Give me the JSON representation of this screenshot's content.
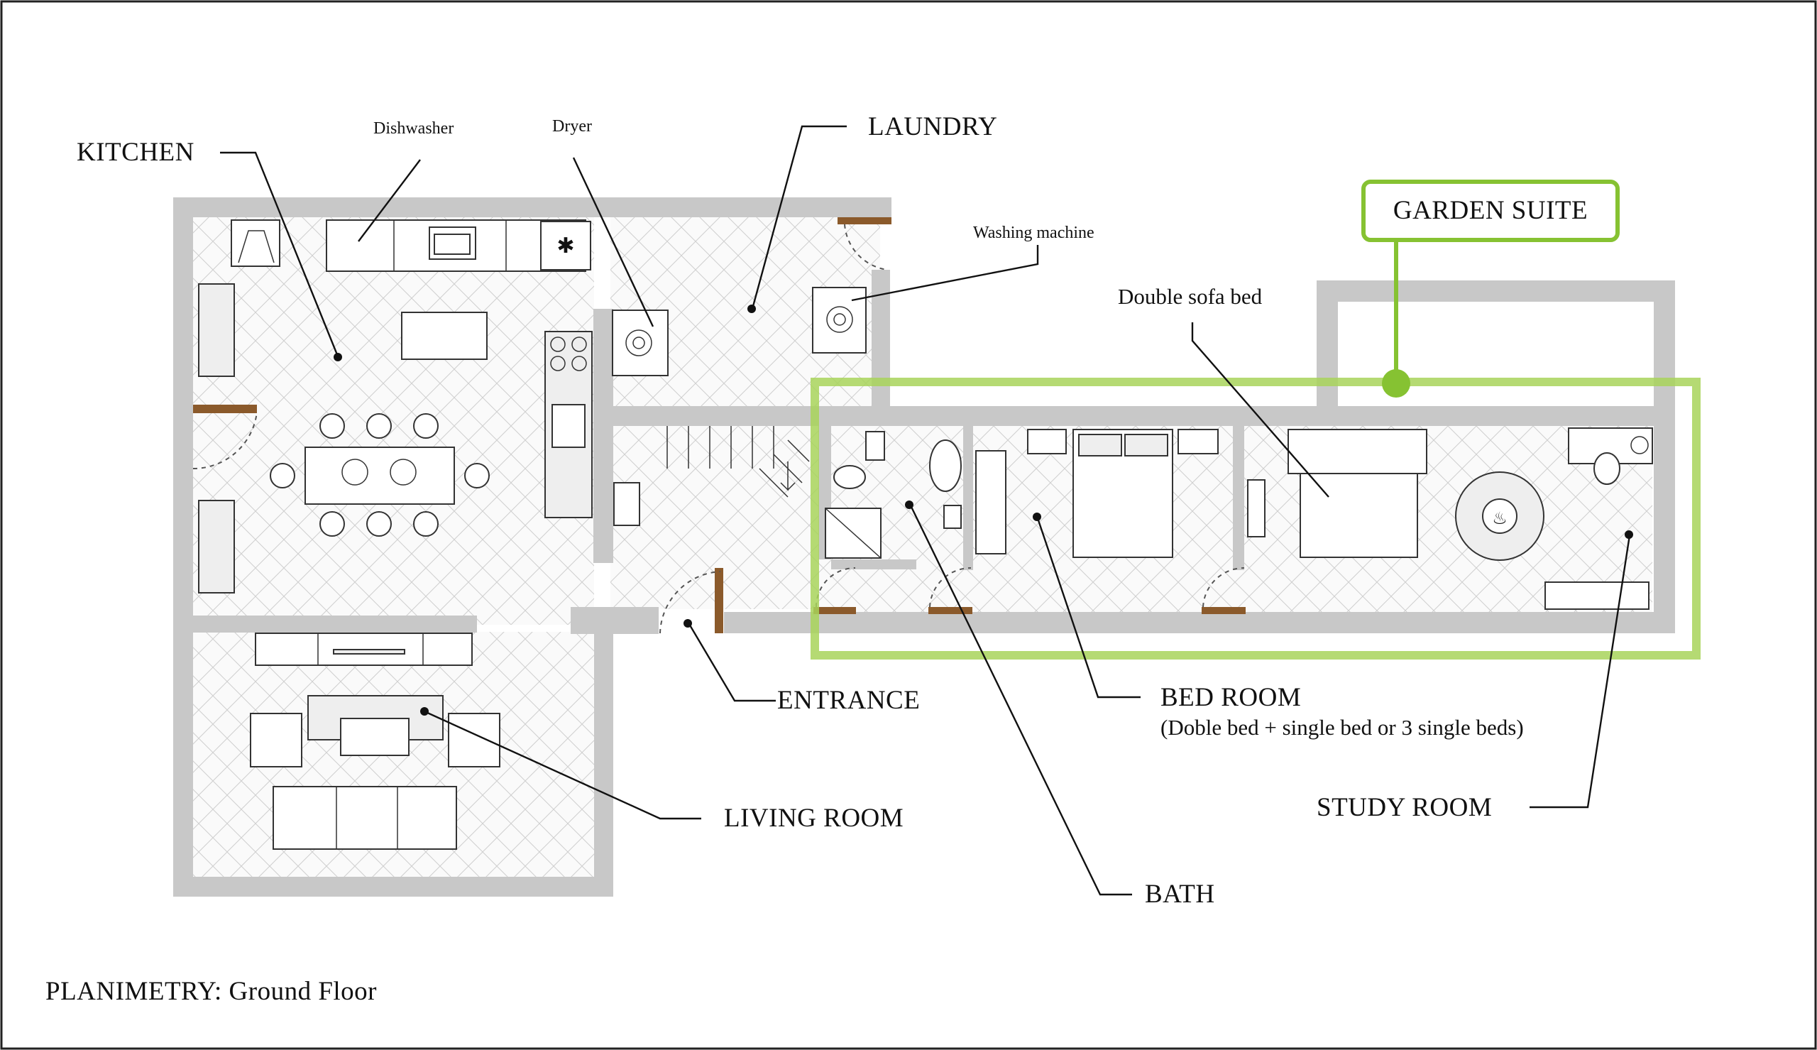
{
  "title": "PLANIMETRY: Ground Floor",
  "colors": {
    "wall": "#c8c8c8",
    "door": "#8b5a2b",
    "suite_highlight": "#a8d45a",
    "suite_tag": "#86c232",
    "text": "#111111"
  },
  "rooms": {
    "kitchen": "KITCHEN",
    "laundry": "LAUNDRY",
    "entrance": "ENTRANCE",
    "living_room": "LIVING ROOM",
    "bed_room": "BED ROOM",
    "bed_room_note": "(Doble bed + single bed or 3 single beds)",
    "bath": "BATH",
    "study_room": "STUDY ROOM"
  },
  "fixtures": {
    "dishwasher": "Dishwasher",
    "dryer": "Dryer",
    "washing_machine": "Washing machine",
    "double_sofa_bed": "Double sofa bed"
  },
  "suite": {
    "label": "GARDEN SUITE"
  }
}
